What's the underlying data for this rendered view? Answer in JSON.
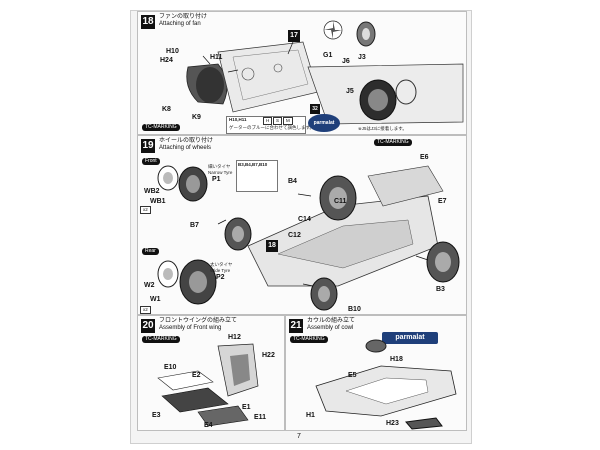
{
  "page_number": "7",
  "step18": {
    "number": "18",
    "title_jp": "ファンの取り付け",
    "title_en": "Attaching of fan",
    "ref_step": "17",
    "parts": [
      "H10",
      "H24",
      "H11",
      "K8",
      "K9",
      "G1",
      "J6",
      "J3",
      "J5"
    ],
    "tag": "TC-MARKING",
    "note_label": "H10,H11",
    "note_values": [
      "H",
      "S",
      "M"
    ],
    "note_jp": "ゲーターのブルーに合わせて調色します。",
    "decal_no": "32",
    "logo_text": "parmalat",
    "footnote_jp": "※J5はJ3に接着します。",
    "footnote_part": "J5"
  },
  "step19": {
    "number": "19",
    "title_jp": "ホイールの取り付け",
    "title_en": "Attaching of wheels",
    "tag": "TC-MARKING",
    "front_label": "Front",
    "rear_label": "Rear",
    "narrow_jp": "細いタイヤ",
    "narrow_en": "Narrow Tyre",
    "narrow_part": "P1",
    "wide_jp": "太いタイヤ",
    "wide_en": "Wide Tyre",
    "wide_part": "P2",
    "parts_front": [
      "WB2",
      "WB1"
    ],
    "parts_rear": [
      "W2",
      "W1"
    ],
    "screws_label": "B3,B4,B7,B10",
    "parts_right": [
      "B4",
      "E6",
      "C11",
      "E7",
      "B7",
      "C14",
      "C12",
      "B3",
      "B10"
    ],
    "ref_step": "18",
    "x_marks": [
      "x2",
      "x2"
    ]
  },
  "step20": {
    "number": "20",
    "title_jp": "フロントウイングの組み立て",
    "title_en": "Assembly of Front wing",
    "tag": "TC-MARKING",
    "parts": [
      "H12",
      "H22",
      "E10",
      "E2",
      "E3",
      "E4",
      "E1",
      "E11"
    ]
  },
  "step21": {
    "number": "21",
    "title_jp": "カウルの組み立て",
    "title_en": "Assembly of cowl",
    "tag": "TC-MARKING",
    "logo_text": "parmalat",
    "parts": [
      "H18",
      "E5",
      "H1",
      "H23"
    ]
  },
  "marks": [
    "H",
    "3"
  ],
  "colors": {
    "ink": "#111111",
    "paper": "#f4f4f4",
    "logo_blue": "#1f3f7a",
    "accent_red": "#c1272d"
  }
}
